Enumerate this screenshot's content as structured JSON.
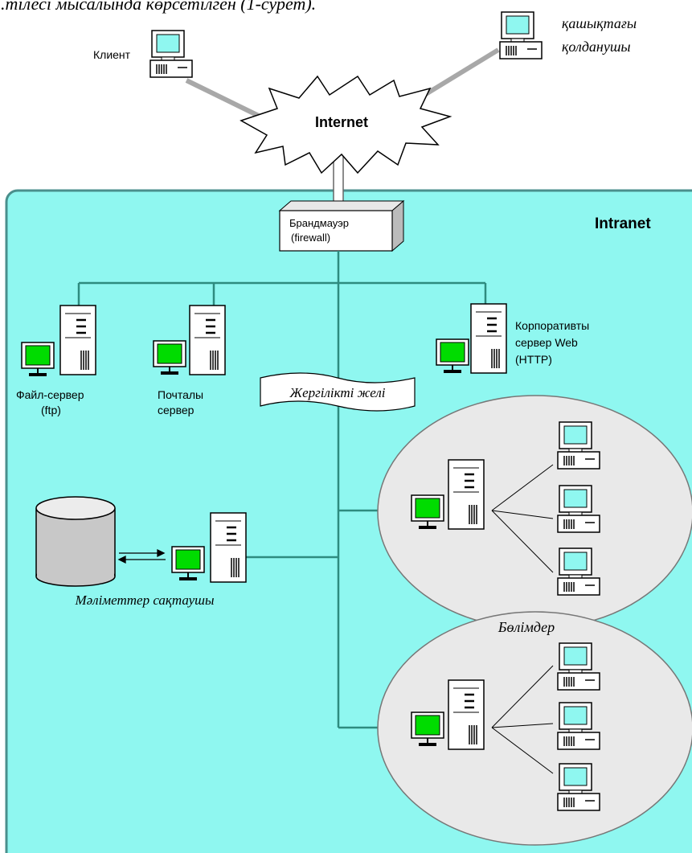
{
  "top_caption": "...тілесі мысалында көрсетілген (1-сурет).",
  "labels": {
    "client": "Клиент",
    "remote_user_line1": "қашықтағы",
    "remote_user_line2": "қолданушы",
    "internet": "Internet",
    "intranet": "Intranet",
    "firewall_line1": "Брандмауэр",
    "firewall_line2": "(firewall)",
    "file_server_line1": "Файл-сервер",
    "file_server_line2": "(ftp)",
    "mail_server_line1": "Почталы",
    "mail_server_line2": "сервер",
    "web_server_line1": "Корпоративты",
    "web_server_line2": "сервер Web",
    "web_server_line3": "(HTTP)",
    "local_network": "Жергілікті желі",
    "data_storage": "Мәліметтер сақтаушы",
    "departments": "Бөлімдер"
  },
  "colors": {
    "intranet_fill": "#8ff7f0",
    "intranet_border": "#4a8f8c",
    "network_line": "#2e8b7f",
    "monitor_screen_client": "#8ff7f0",
    "monitor_screen_server": "#00dc00",
    "ellipse_fill": "#e9e9e9",
    "cylinder_fill": "#c8c8c8"
  },
  "icons": [
    "cloud-icon",
    "workstation-icon",
    "server-tower-icon",
    "database-cylinder-icon",
    "firewall-box-icon"
  ]
}
